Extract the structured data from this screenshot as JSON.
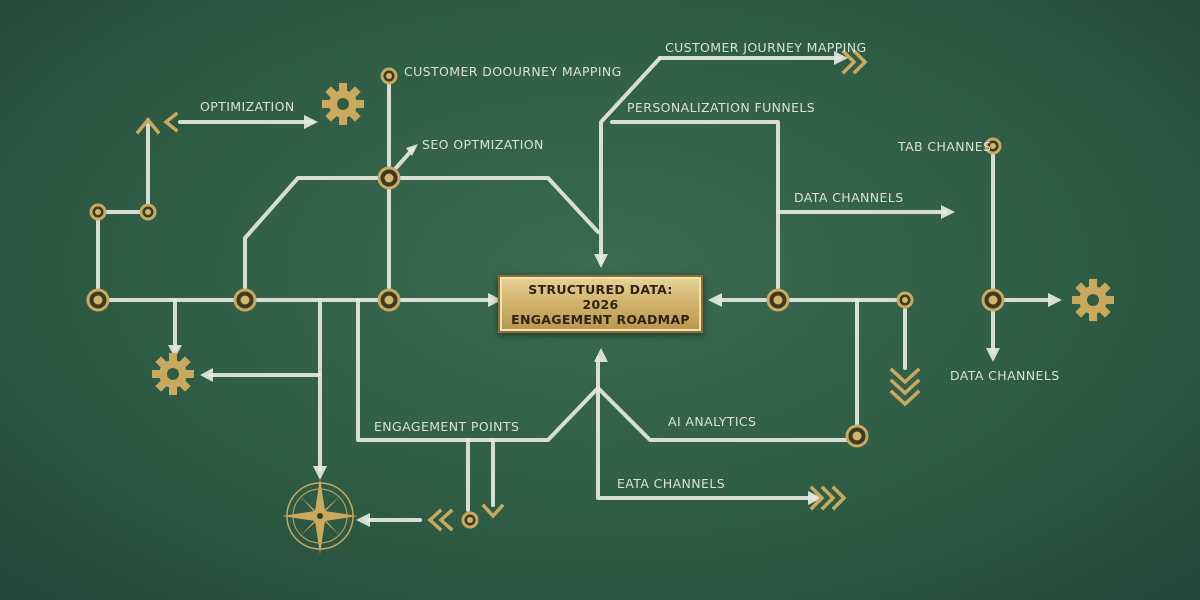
{
  "center": {
    "line1": "STRUCTURED DATA:",
    "line2": "2026",
    "line3": "ENGAGEMENT ROADMAP"
  },
  "labels": {
    "customer_journey_top": "CUSTOMER JOURNEY MAPPING",
    "customer_journey_left": "CUSTOMER DOOURNEY MAPPING",
    "optimization": "OPTIMIZATION",
    "personalization": "PERSONALIZATION FUNNELS",
    "seo": "SEO OPTMIZATION",
    "tab_channels": "TAB CHANNES",
    "data_channels_mid": "DATA CHANNELS",
    "data_channels_right": "DATA CHANNELS",
    "engagement_points": "ENGAGEMENT POINTS",
    "ai_analytics": "AI ANALYTICS",
    "eata_channels": "EATA CHANNELS"
  },
  "colors": {
    "board": "#2f5c45",
    "chalk": "#e4e8e2",
    "gold": "#c9a95e",
    "plaque": "#d3b46e"
  },
  "icons": [
    "gear-icon",
    "compass-rose-icon",
    "chevron-arrow-icon",
    "node-icon"
  ]
}
